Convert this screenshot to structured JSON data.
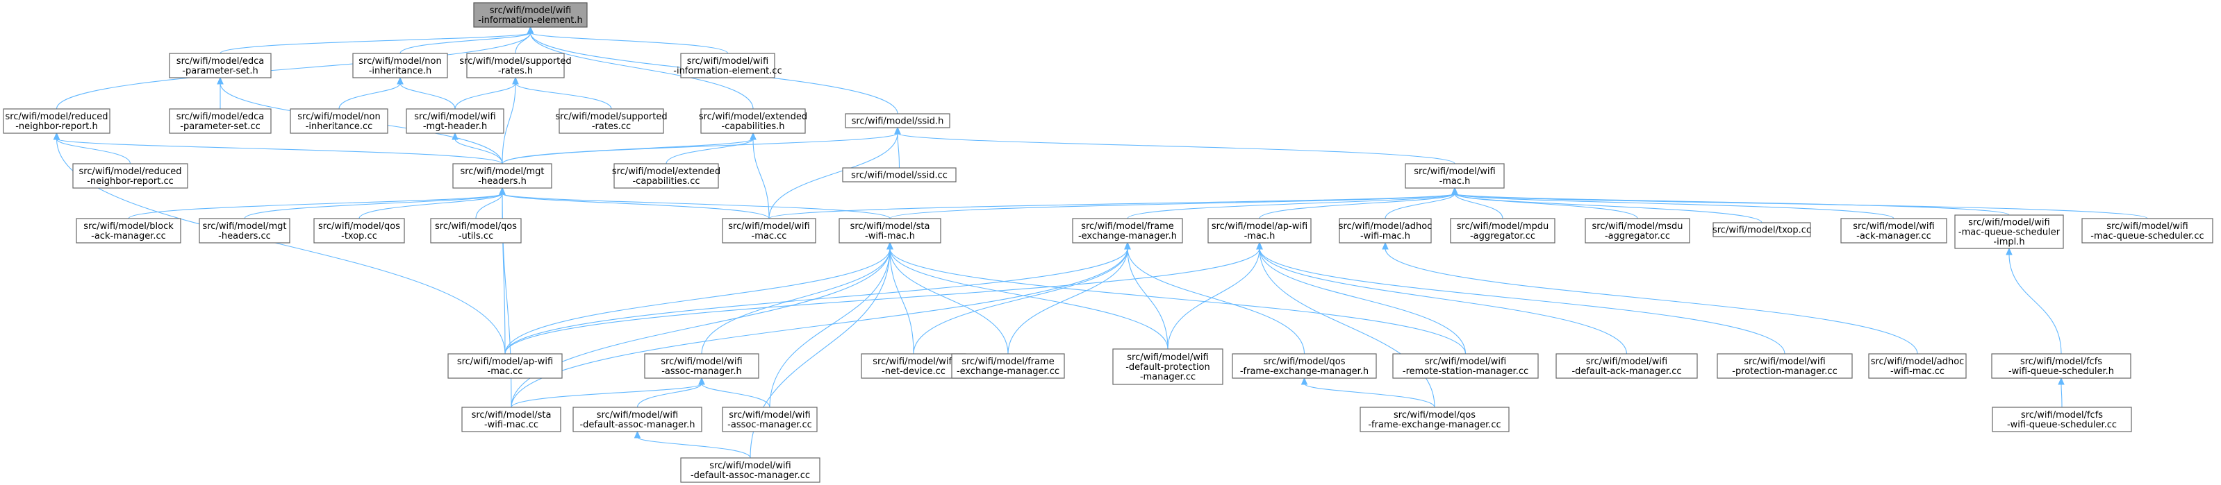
{
  "nodes": {
    "n0": [
      "src/wifi/model/wifi",
      "-information-element.h"
    ],
    "n1": [
      "src/wifi/model/edca",
      "-parameter-set.h"
    ],
    "n2": [
      "src/wifi/model/non",
      "-inheritance.h"
    ],
    "n3": [
      "src/wifi/model/supported",
      "-rates.h"
    ],
    "n4": [
      "src/wifi/model/wifi",
      "-information-element.cc"
    ],
    "n5": [
      "src/wifi/model/reduced",
      "-neighbor-report.h"
    ],
    "n6": [
      "src/wifi/model/edca",
      "-parameter-set.cc"
    ],
    "n7": [
      "src/wifi/model/non",
      "-inheritance.cc"
    ],
    "n8": [
      "src/wifi/model/wifi",
      "-mgt-header.h"
    ],
    "n9": [
      "src/wifi/model/supported",
      "-rates.cc"
    ],
    "n10": [
      "src/wifi/model/extended",
      "-capabilities.h"
    ],
    "n11": [
      "src/wifi/model/ssid.h"
    ],
    "n12": [
      "src/wifi/model/reduced",
      "-neighbor-report.cc"
    ],
    "n13": [
      "src/wifi/model/mgt",
      "-headers.h"
    ],
    "n14": [
      "src/wifi/model/extended",
      "-capabilities.cc"
    ],
    "n15": [
      "src/wifi/model/ssid.cc"
    ],
    "n16": [
      "src/wifi/model/wifi",
      "-mac.h"
    ],
    "n17": [
      "src/wifi/model/block",
      "-ack-manager.cc"
    ],
    "n18": [
      "src/wifi/model/mgt",
      "-headers.cc"
    ],
    "n19": [
      "src/wifi/model/qos",
      "-txop.cc"
    ],
    "n20": [
      "src/wifi/model/qos",
      "-utils.cc"
    ],
    "n21": [
      "src/wifi/model/wifi",
      "-mac.cc"
    ],
    "n22": [
      "src/wifi/model/sta",
      "-wifi-mac.h"
    ],
    "n23": [
      "src/wifi/model/frame",
      "-exchange-manager.h"
    ],
    "n24": [
      "src/wifi/model/ap-wifi",
      "-mac.h"
    ],
    "n25": [
      "src/wifi/model/adhoc",
      "-wifi-mac.h"
    ],
    "n26": [
      "src/wifi/model/mpdu",
      "-aggregator.cc"
    ],
    "n27": [
      "src/wifi/model/msdu",
      "-aggregator.cc"
    ],
    "n28": [
      "src/wifi/model/txop.cc"
    ],
    "n29": [
      "src/wifi/model/wifi",
      "-ack-manager.cc"
    ],
    "n30": [
      "src/wifi/model/wifi",
      "-mac-queue-scheduler",
      "-impl.h"
    ],
    "n31": [
      "src/wifi/model/wifi",
      "-mac-queue-scheduler.cc"
    ],
    "n32": [
      "src/wifi/model/ap-wifi",
      "-mac.cc"
    ],
    "n33": [
      "src/wifi/model/wifi",
      "-assoc-manager.h"
    ],
    "n34": [
      "src/wifi/model/wifi",
      "-net-device.cc"
    ],
    "n35": [
      "src/wifi/model/frame",
      "-exchange-manager.cc"
    ],
    "n36": [
      "src/wifi/model/wifi",
      "-default-protection",
      "-manager.cc"
    ],
    "n37": [
      "src/wifi/model/qos",
      "-frame-exchange-manager.h"
    ],
    "n38": [
      "src/wifi/model/wifi",
      "-remote-station-manager.cc"
    ],
    "n39": [
      "src/wifi/model/wifi",
      "-default-ack-manager.cc"
    ],
    "n40": [
      "src/wifi/model/wifi",
      "-protection-manager.cc"
    ],
    "n41": [
      "src/wifi/model/adhoc",
      "-wifi-mac.cc"
    ],
    "n42": [
      "src/wifi/model/fcfs",
      "-wifi-queue-scheduler.h"
    ],
    "n43": [
      "src/wifi/model/sta",
      "-wifi-mac.cc"
    ],
    "n44": [
      "src/wifi/model/wifi",
      "-default-assoc-manager.h"
    ],
    "n45": [
      "src/wifi/model/wifi",
      "-assoc-manager.cc"
    ],
    "n46": [
      "src/wifi/model/qos",
      "-frame-exchange-manager.cc"
    ],
    "n47": [
      "src/wifi/model/fcfs",
      "-wifi-queue-scheduler.cc"
    ],
    "n48": [
      "src/wifi/model/wifi",
      "-default-assoc-manager.cc"
    ]
  },
  "colors": {
    "edge": "#63b8ff",
    "border": "#666666",
    "root_fill": "#a0a0a0"
  }
}
